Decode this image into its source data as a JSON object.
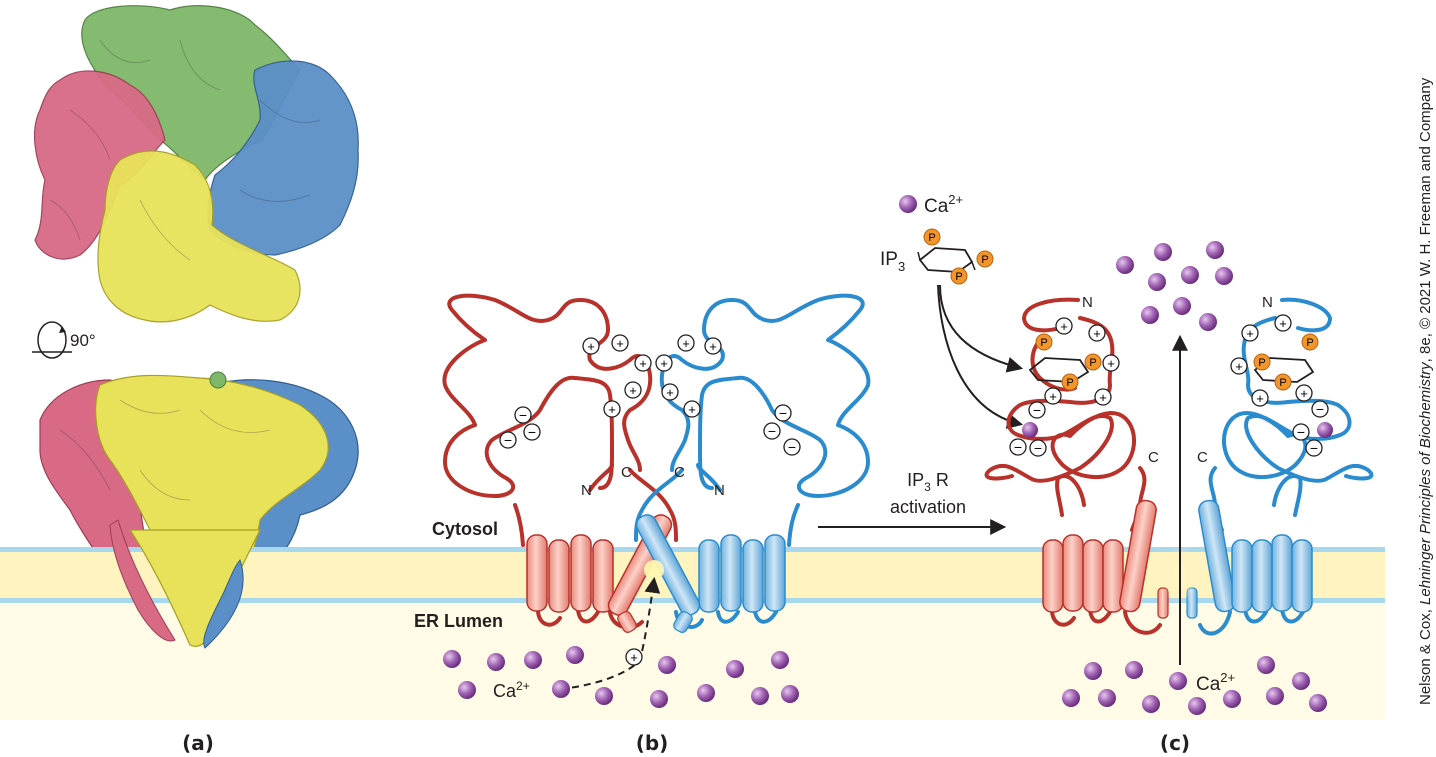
{
  "panels": {
    "a": "(a)",
    "b": "(b)",
    "c": "(c)"
  },
  "rotation_label": "90°",
  "compartments": {
    "cytosol": "Cytosol",
    "er_lumen": "ER Lumen"
  },
  "ion": {
    "base": "Ca",
    "charge": "2+"
  },
  "ligand": {
    "base": "IP",
    "sub": "3",
    "phosphate": "P"
  },
  "termini": {
    "n": "N",
    "c": "C"
  },
  "charges": {
    "plus": "+",
    "minus": "−"
  },
  "activation_arrow": {
    "line1_base": "IP",
    "line1_sub": "3",
    "line1_rest": " R",
    "line2": "activation"
  },
  "credit": {
    "prefix": "Nelson & Cox, ",
    "title": "Lehninger Principles of Biochemistry",
    "suffix": ", 8e, © 2021 W. H. Freeman and Company"
  },
  "colors": {
    "subunit_green": "#7fb86a",
    "subunit_pink": "#d86a86",
    "subunit_blue": "#5b8fc8",
    "subunit_yellow": "#e8e25a",
    "tail_red": "#b8312a",
    "tail_blue": "#2a8ccf",
    "helix_red": "#f2a79a",
    "helix_blue": "#9ccbe9",
    "membrane": "#fff3bf",
    "membrane_edge": "#a8d8ee",
    "lumen": "#fffbe6",
    "calcium": "#8d4d9e",
    "phosphate": "#f2962b"
  }
}
